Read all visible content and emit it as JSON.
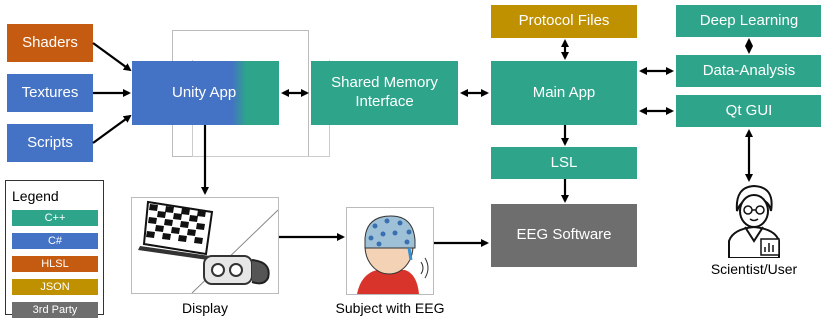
{
  "colors": {
    "cpp": "#2ea58a",
    "csharp": "#4472c4",
    "hlsl": "#c55a11",
    "json": "#bf9000",
    "third_party": "#6e6e6e"
  },
  "nodes": {
    "shaders": "Shaders",
    "textures": "Textures",
    "scripts": "Scripts",
    "unity_app": "Unity App",
    "shared_memory": "Shared Memory Interface",
    "protocol_files": "Protocol Files",
    "main_app": "Main App",
    "lsl": "LSL",
    "eeg_software": "EEG Software",
    "deep_learning": "Deep Learning",
    "data_analysis": "Data-Analysis",
    "qt_gui": "Qt GUI"
  },
  "captions": {
    "display": "Display",
    "subject": "Subject with EEG",
    "scientist": "Scientist/User"
  },
  "legend": {
    "title": "Legend",
    "items": [
      "C++",
      "C#",
      "HLSL",
      "JSON",
      "3rd Party"
    ]
  }
}
